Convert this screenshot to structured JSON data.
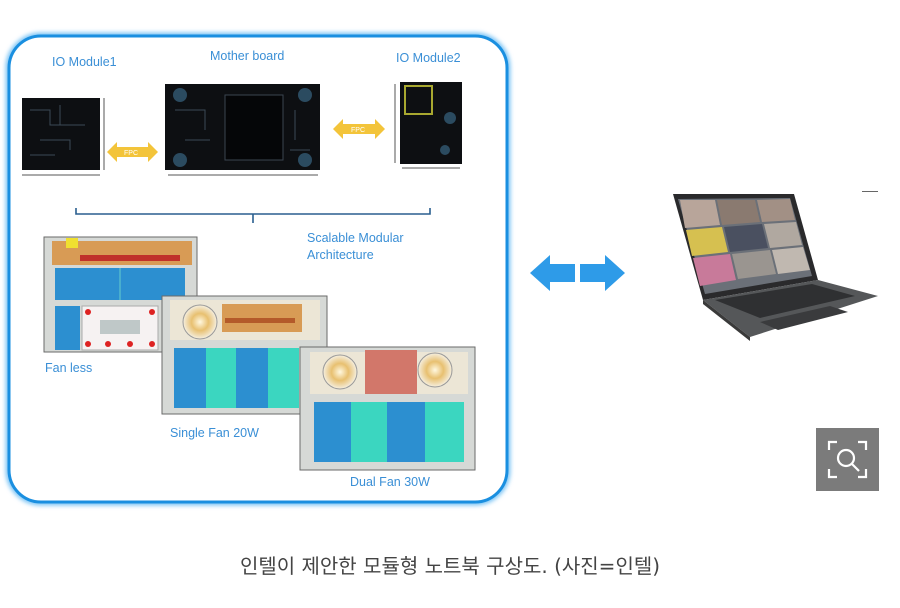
{
  "diagram": {
    "io_module1_label": "IO Module1",
    "motherboard_label": "Mother board",
    "io_module2_label": "IO Module2",
    "fpc_label": "FPC",
    "architecture_label_line1": "Scalable Modular",
    "architecture_label_line2": "Architecture",
    "layouts": [
      {
        "label": "Fan less"
      },
      {
        "label": "Single Fan 20W"
      },
      {
        "label": "Dual Fan 30W"
      }
    ],
    "frame_color": "#1a8fe0",
    "arrow_color": "#2e9be8",
    "fpc_color": "#f3c43a"
  },
  "zoom_button": {
    "icon": "magnify-zoom-icon"
  },
  "caption": "인텔이 제안한 모듈형 노트북 구상도. (사진=인텔)"
}
